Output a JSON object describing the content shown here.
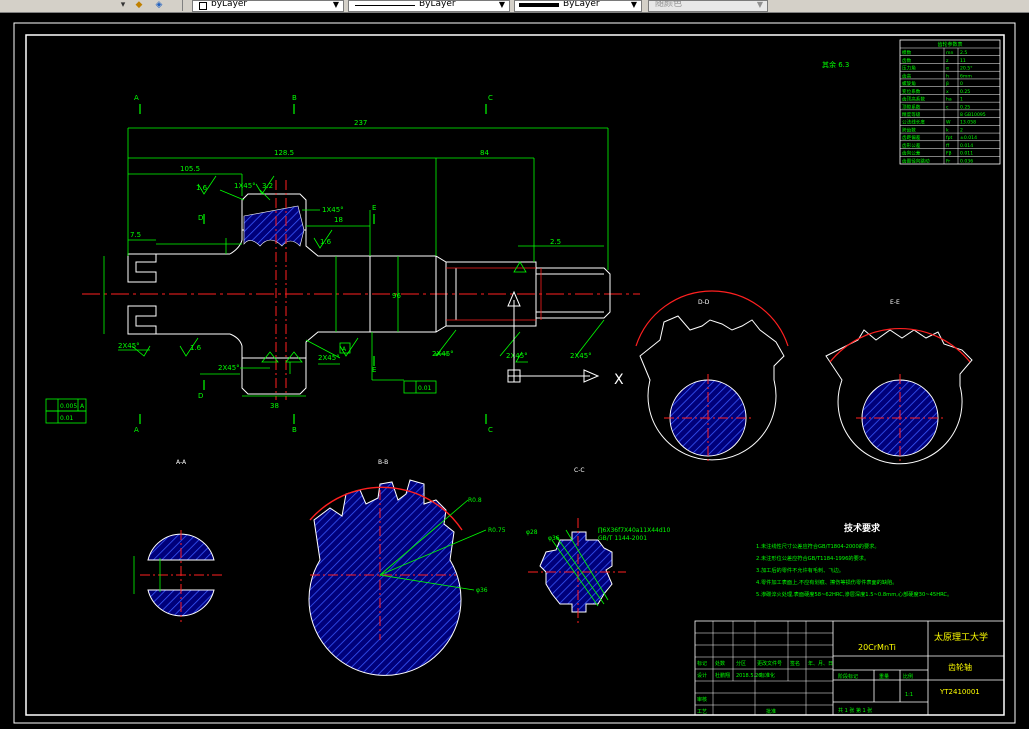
{
  "toolbar": {
    "layer_combo": "byLayer",
    "linetype_combo": "ByLayer",
    "lineweight_combo": "ByLayer",
    "plotstyle_combo": "随颜色"
  },
  "drawing": {
    "views": {
      "section_a_label": "A-A",
      "section_b_label": "B-B",
      "section_c_label": "C-C",
      "section_d_label": "D-D",
      "section_e_label": "E-E",
      "mark_a": "A",
      "mark_b": "B",
      "mark_c": "C",
      "mark_d": "D",
      "mark_e": "E",
      "view_x": "X"
    },
    "dims": {
      "overall": "237",
      "d1": "128.5",
      "d2": "105.5",
      "d3": "84",
      "d4": "7.5",
      "d5": "38",
      "d6": "2.5",
      "d7": "18",
      "d8": "96",
      "chamfer_1x45": "1X45°",
      "chamfer_2x45": "2X45°",
      "rough_16": "1.6",
      "rough_32": "3.2",
      "rough_63": "6.3",
      "tol_1": "0.005",
      "tol_2": "0.01",
      "tol_3": "0.01",
      "datum_a": "A",
      "r_label": "R0.8",
      "r_label2": "R0.75",
      "d_label": "φ28",
      "d_label2": "φ36"
    },
    "spline_note": "∏6X36f7X40a11X44d10",
    "spline_std": "GB/T 1144-2001",
    "rough_other": "其余 6.3",
    "tech": {
      "title": "技术要求",
      "lines": [
        "1.未注线性尺寸公差应符合GB/T1804-2000的要求。",
        "2.未注形位公差应符合GB/T1184-1996的要求。",
        "3.加工后的零件不允许有毛刺、飞边。",
        "4.零件加工表面上,不应有划痕、擦伤等损伤零件表面的缺陷。",
        "5.渗碳淬火处理,表面硬度58~62HRC,渗层深度1.5~0.8mm,心部硬度30~45HRC。"
      ]
    },
    "gear_table": {
      "title": "齿轮参数表",
      "rows": [
        [
          "模数",
          "mn",
          "2.5"
        ],
        [
          "齿数",
          "z",
          "11"
        ],
        [
          "压力角",
          "α",
          "20.5°"
        ],
        [
          "齿高",
          "h",
          "6mm"
        ],
        [
          "螺旋角",
          "β",
          "0"
        ],
        [
          "变位系数",
          "x",
          "0.25"
        ],
        [
          "齿顶高系数",
          "ha",
          "1"
        ],
        [
          "顶隙系数",
          "c",
          "0.25"
        ],
        [
          "精度等级",
          "",
          "8 GB10095"
        ],
        [
          "公法线长度",
          "W",
          "13.058"
        ],
        [
          "跨齿数",
          "k",
          "2"
        ],
        [
          "齿距偏差",
          "fpt",
          "±0.014"
        ],
        [
          "齿形公差",
          "ff",
          "0.014"
        ],
        [
          "齿向公差",
          "Fβ",
          "0.011"
        ],
        [
          "齿圈径向跳动",
          "Fr",
          "0.036"
        ]
      ]
    },
    "title_block": {
      "material": "20CrMnTi",
      "school": "太原理工大学",
      "part_name": "齿轮轴",
      "drawing_no": "YT2410001",
      "scale": "1:1",
      "stage_mark": "阶段标记",
      "weight": "重量",
      "ratio": "比例",
      "sheets": "共 1 张  第 1 张",
      "row_labels": [
        "标记",
        "处数",
        "分区",
        "更改文件号",
        "签名",
        "年、月、日"
      ],
      "design": "设计",
      "designer": "杜鹏翔",
      "date": "2018.5.26",
      "std": "标准化",
      "check": "审核",
      "craft": "工艺",
      "approve": "批准"
    }
  }
}
